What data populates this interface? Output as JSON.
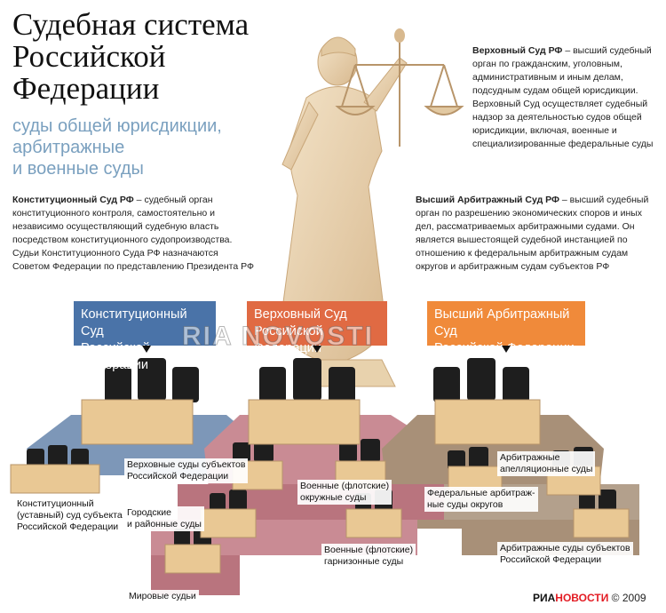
{
  "title": "Судебная система\nРоссийской\nФедерации",
  "subtitle": "суды общей юрисдикции,\nарбитражные\nи военные суды",
  "descriptions": {
    "constitutional": {
      "term": "Конституционный Суд РФ",
      "text": " – судебный орган конституционного контроля, самостоятельно и независимо осуществляющий судебную власть посредством конституционного судопроизводства. Судьи Конституционного Суда РФ назначаются Советом Федерации по представлению Президента РФ"
    },
    "supreme": {
      "term": "Верховный Суд РФ",
      "text": " – высший судебный орган по гражданским, уголовным, административным и иным делам, подсудным судам общей юрисдикции. Верховный Суд осуществляет судебный надзор за деятельностью судов общей юрисдикции, включая, военные и специализированные федеральные суды"
    },
    "arbitration": {
      "term": "Высший Арбитражный Суд РФ",
      "text": " – высший судебный орган по разрешению экономических споров и иных дел, рассматриваемых арбитражными судами. Он является вышестоящей судебной инстанцией по отношению к федеральным арбитражным судам округов и арбитражным судам субъектов РФ"
    }
  },
  "headers": {
    "constitutional": "Конституционный Суд\nРоссийской Федерации",
    "supreme": "Верховный Суд\nРоссийской Федерации",
    "arbitration": "Высший Арбитражный Суд\nРоссийской Федерации"
  },
  "labels": {
    "regional_supreme": "Верховные суды субъектов\nРоссийской Федерации",
    "regional_constitutional": "Конституционный\n(уставный) суд субъекта\nРоссийской Федерации",
    "city_district": "Городские\nи районные суды",
    "magistrate": "Мировые судьи",
    "military_district": "Военные (флотские)\nокружные суды",
    "military_garrison": "Военные (флотские)\nгарнизонные суды",
    "arb_appeal": "Арбитражные\nапелляционные суды",
    "arb_federal": "Федеральные арбитраж-\nные суды округов",
    "arb_regional": "Арбитражные суды субъектов\nРоссийской Федерации"
  },
  "watermark": "RIA NOVOSTI",
  "credit": {
    "ria": "РИА",
    "novosti": "НОВОСТИ",
    "year": "© 2009"
  },
  "colors": {
    "constitutional": "#4a73a8",
    "supreme": "#e06a43",
    "arbitration": "#f08a3a",
    "desk": "#e9c894",
    "chair": "#1e1e1e",
    "platform_blue": "#7d97b8",
    "platform_pink": "#c98b94",
    "platform_tan": "#a89078"
  }
}
